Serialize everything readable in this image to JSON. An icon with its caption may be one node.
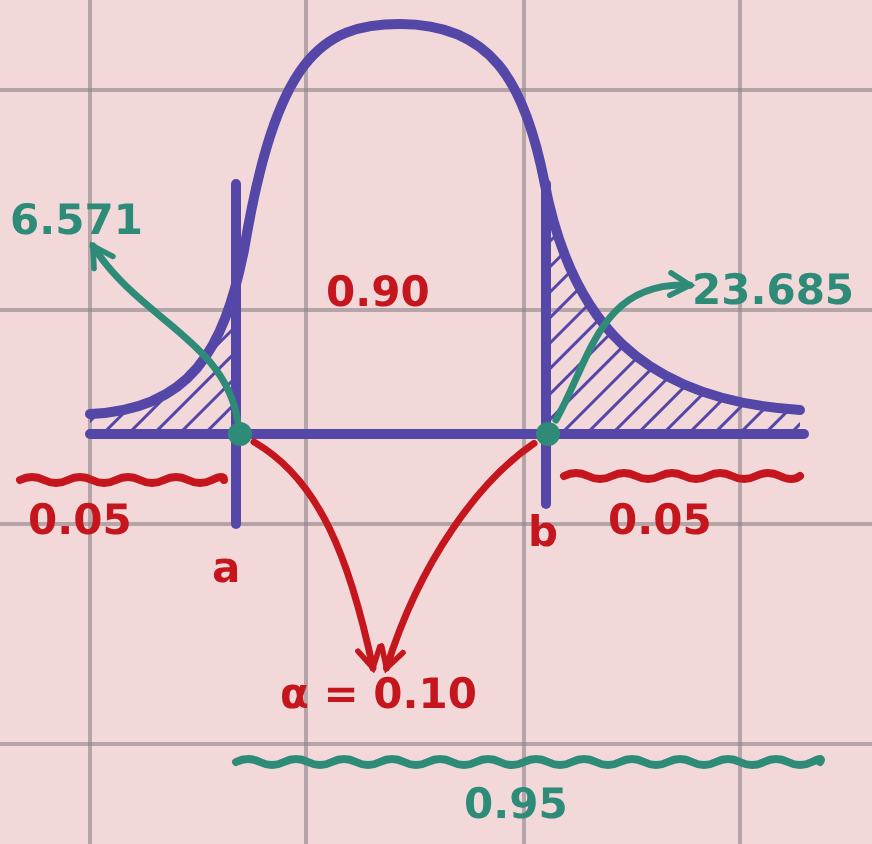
{
  "diagram": {
    "nodes": [
      {
        "text": [
          "6.571"
        ]
      },
      {
        "text": [
          "23.685"
        ]
      },
      {
        "text": [],
        "shape": "circle"
      },
      {
        "text": [],
        "shape": "circle"
      },
      {
        "text": [
          "α = 0.10"
        ]
      }
    ],
    "edges": [
      {
        "from": 2,
        "to": 0,
        "arrow": "to",
        "color": "#2e8b78"
      },
      {
        "from": 3,
        "to": 1,
        "arrow": "to",
        "color": "#2e8b78"
      },
      {
        "from": 2,
        "to": 4,
        "arrow": "to",
        "color": "#c4161c"
      },
      {
        "from": 3,
        "to": 4,
        "arrow": "to",
        "color": "#c4161c"
      }
    ],
    "labels": [
      "0.90",
      "0.05",
      "0.05",
      "a",
      "b",
      "0.95"
    ]
  }
}
